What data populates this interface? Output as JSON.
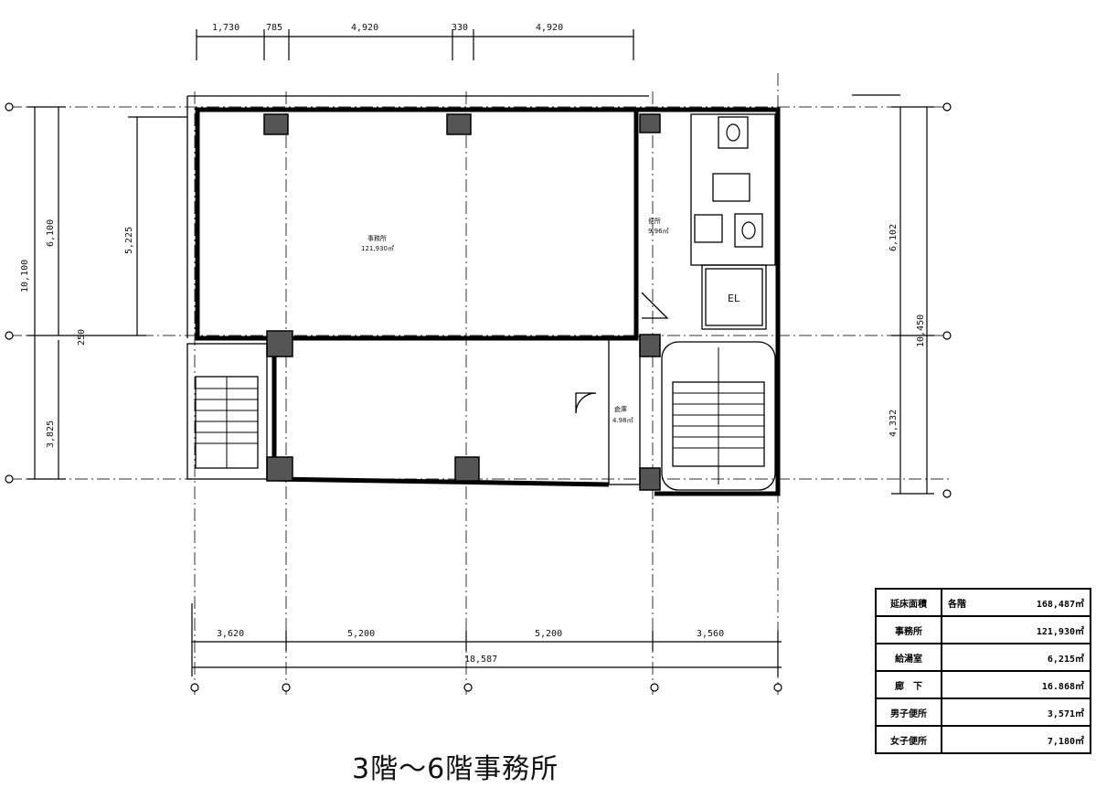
{
  "caption": "3階～6階事務所",
  "top_dimensions": [
    "1,730",
    "785",
    "4,920",
    "330",
    "4,920"
  ],
  "bottom_dimensions": [
    "3,620",
    "5,200",
    "5,200",
    "3,560"
  ],
  "bottom_total": "18,587",
  "left_dimensions": {
    "total": "10,100",
    "upper": "6,100",
    "upper_inner": "5,225",
    "lower": "3,825",
    "gap": "250"
  },
  "right_dimensions": {
    "total": "10,450",
    "upper": "6,102",
    "lower": "4,332"
  },
  "rooms": {
    "office": {
      "name": "事務所",
      "area": "121,930㎡"
    },
    "toilet": {
      "name": "便所",
      "area": "9.96㎡"
    },
    "storage": {
      "name": "倉庫",
      "area": "4.98㎡"
    },
    "elevator": "EL"
  },
  "area_table": [
    {
      "label": "延床面積",
      "prefix": "各階",
      "value": "168,487㎡"
    },
    {
      "label": "事務所",
      "prefix": "",
      "value": "121,930㎡"
    },
    {
      "label": "給湯室",
      "prefix": "",
      "value": "6,215㎡"
    },
    {
      "label": "廊　下",
      "prefix": "",
      "value": "16.868㎡"
    },
    {
      "label": "男子便所",
      "prefix": "",
      "value": "3,571㎡"
    },
    {
      "label": "女子便所",
      "prefix": "",
      "value": "7,180㎡"
    }
  ]
}
